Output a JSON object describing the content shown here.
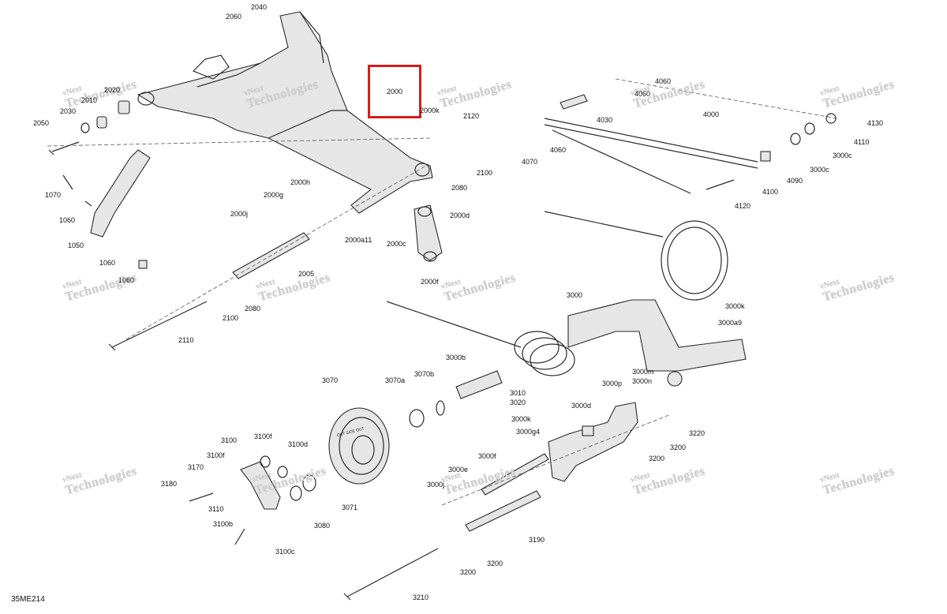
{
  "diagram_code": "35ME214",
  "highlighted_part": "2000",
  "watermark": {
    "line1": "vNext",
    "line2": "Technologies"
  },
  "part_labels": [
    {
      "id": "l-2060",
      "text": "2060"
    },
    {
      "id": "l-2040",
      "text": "2040"
    },
    {
      "id": "l-2000",
      "text": "2000"
    },
    {
      "id": "l-2000k",
      "text": "2000k"
    },
    {
      "id": "l-2120",
      "text": "2120"
    },
    {
      "id": "l-2020",
      "text": "2020"
    },
    {
      "id": "l-2010",
      "text": "2010"
    },
    {
      "id": "l-2030",
      "text": "2030"
    },
    {
      "id": "l-2050",
      "text": "2050"
    },
    {
      "id": "l-1070",
      "text": "1070"
    },
    {
      "id": "l-1060a",
      "text": "1060"
    },
    {
      "id": "l-1050",
      "text": "1050"
    },
    {
      "id": "l-1060b",
      "text": "1060"
    },
    {
      "id": "l-1060c",
      "text": "1060"
    },
    {
      "id": "l-2000h",
      "text": "2000h"
    },
    {
      "id": "l-2000g",
      "text": "2000g"
    },
    {
      "id": "l-2000j",
      "text": "2000j"
    },
    {
      "id": "l-2000a11",
      "text": "2000a11"
    },
    {
      "id": "l-2000c",
      "text": "2000c"
    },
    {
      "id": "l-2000d",
      "text": "2000d"
    },
    {
      "id": "l-2000f",
      "text": "2000f"
    },
    {
      "id": "l-2080a",
      "text": "2080"
    },
    {
      "id": "l-2100a",
      "text": "2100"
    },
    {
      "id": "l-2005",
      "text": "2005"
    },
    {
      "id": "l-2080b",
      "text": "2080"
    },
    {
      "id": "l-2100b",
      "text": "2100"
    },
    {
      "id": "l-2110",
      "text": "2110"
    },
    {
      "id": "l-4060a",
      "text": "4060"
    },
    {
      "id": "l-4060b",
      "text": "4060"
    },
    {
      "id": "l-4030",
      "text": "4030"
    },
    {
      "id": "l-4000",
      "text": "4000"
    },
    {
      "id": "l-4130",
      "text": "4130"
    },
    {
      "id": "l-4110",
      "text": "4110"
    },
    {
      "id": "l-3000c",
      "text": "3000c"
    },
    {
      "id": "l-3000c2",
      "text": "3000c"
    },
    {
      "id": "l-4060c",
      "text": "4060"
    },
    {
      "id": "l-4070",
      "text": "4070"
    },
    {
      "id": "l-4090",
      "text": "4090"
    },
    {
      "id": "l-4100",
      "text": "4100"
    },
    {
      "id": "l-4120",
      "text": "4120"
    },
    {
      "id": "l-3000",
      "text": "3000"
    },
    {
      "id": "l-3000k",
      "text": "3000k"
    },
    {
      "id": "l-3000a9",
      "text": "3000a9"
    },
    {
      "id": "l-3000b",
      "text": "3000b"
    },
    {
      "id": "l-3010",
      "text": "3010"
    },
    {
      "id": "l-3020",
      "text": "3020"
    },
    {
      "id": "l-3000m",
      "text": "3000m"
    },
    {
      "id": "l-3000n",
      "text": "3000n"
    },
    {
      "id": "l-3000p",
      "text": "3000p"
    },
    {
      "id": "l-3070",
      "text": "3070"
    },
    {
      "id": "l-3070a",
      "text": "3070a"
    },
    {
      "id": "l-3070b",
      "text": "3070b"
    },
    {
      "id": "l-3000k2",
      "text": "3000k"
    },
    {
      "id": "l-3000d",
      "text": "3000d"
    },
    {
      "id": "l-3000g4",
      "text": "3000g4"
    },
    {
      "id": "l-3220",
      "text": "3220"
    },
    {
      "id": "l-3200a",
      "text": "3200"
    },
    {
      "id": "l-3200b",
      "text": "3200"
    },
    {
      "id": "l-3100",
      "text": "3100"
    },
    {
      "id": "l-3100f",
      "text": "3100f"
    },
    {
      "id": "l-3100d",
      "text": "3100d"
    },
    {
      "id": "l-3100f2",
      "text": "3100f"
    },
    {
      "id": "l-3170",
      "text": "3170"
    },
    {
      "id": "l-3180",
      "text": "3180"
    },
    {
      "id": "l-3110",
      "text": "3110"
    },
    {
      "id": "l-3100b",
      "text": "3100b"
    },
    {
      "id": "l-3100c",
      "text": "3100c"
    },
    {
      "id": "l-3080",
      "text": "3080"
    },
    {
      "id": "l-3071",
      "text": "3071"
    },
    {
      "id": "l-3000f",
      "text": "3000f"
    },
    {
      "id": "l-3000e",
      "text": "3000e"
    },
    {
      "id": "l-3000j",
      "text": "3000j"
    },
    {
      "id": "l-3190",
      "text": "3190"
    },
    {
      "id": "l-3200c",
      "text": "3200"
    },
    {
      "id": "l-3200d",
      "text": "3200"
    },
    {
      "id": "l-3210",
      "text": "3210"
    }
  ],
  "wheel_text": "OUT SIDE OUT"
}
